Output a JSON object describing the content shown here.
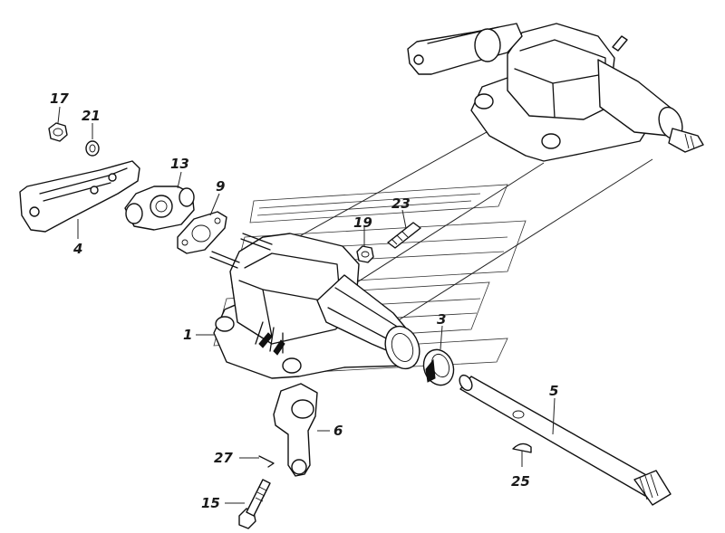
{
  "callouts": [
    {
      "number": "17"
    },
    {
      "number": "21"
    },
    {
      "number": "13"
    },
    {
      "number": "9"
    },
    {
      "number": "4"
    },
    {
      "number": "23"
    },
    {
      "number": "19"
    },
    {
      "number": "1"
    },
    {
      "number": "3"
    },
    {
      "number": "5"
    },
    {
      "number": "6"
    },
    {
      "number": "27"
    },
    {
      "number": "25"
    },
    {
      "number": "15"
    }
  ]
}
